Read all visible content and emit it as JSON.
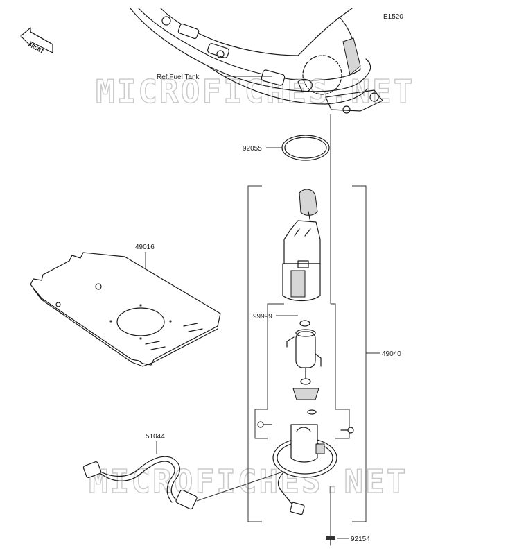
{
  "diagram_code": "E1520",
  "front_label": "FRONT",
  "reference_label": "Ref.Fuel Tank",
  "watermark": "MICROFICHES.NET",
  "part_labels": {
    "oring": "92055",
    "plate": "49016",
    "seal": "99999",
    "pump_assy": "49040",
    "harness": "51044",
    "bolt": "92154"
  },
  "colors": {
    "line": "#1a1a1a",
    "watermark": "#c9c9c9",
    "shade": "#d6d6d6"
  }
}
